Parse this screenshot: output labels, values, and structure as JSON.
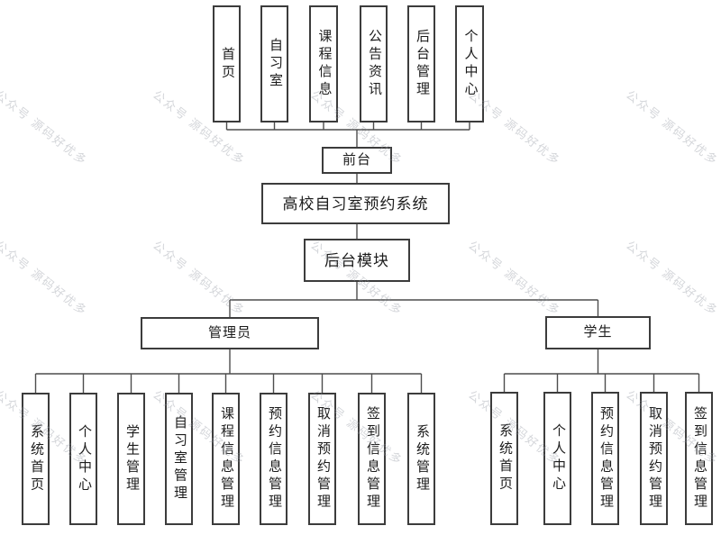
{
  "watermark_text": "公众号 源码好优多",
  "diagram": {
    "front_modules": [
      "首页",
      "自习室",
      "课程信息",
      "公告资讯",
      "后台管理",
      "个人中心"
    ],
    "front_label": "前台",
    "system_title": "高校自习室预约系统",
    "backend_label": "后台模块",
    "admin_label": "管理员",
    "student_label": "学生",
    "admin_modules": [
      "系统首页",
      "个人中心",
      "学生管理",
      "自习室管理",
      "课程信息管理",
      "预约信息管理",
      "取消预约管理",
      "签到信息管理",
      "系统管理"
    ],
    "student_modules": [
      "系统首页",
      "个人中心",
      "预约信息管理",
      "取消预约管理",
      "签到信息管理"
    ]
  },
  "colors": {
    "line": "#4d4d4d",
    "border": "#3c3c3c",
    "box_fill": "#ffffff",
    "watermark": "#9498a2"
  }
}
